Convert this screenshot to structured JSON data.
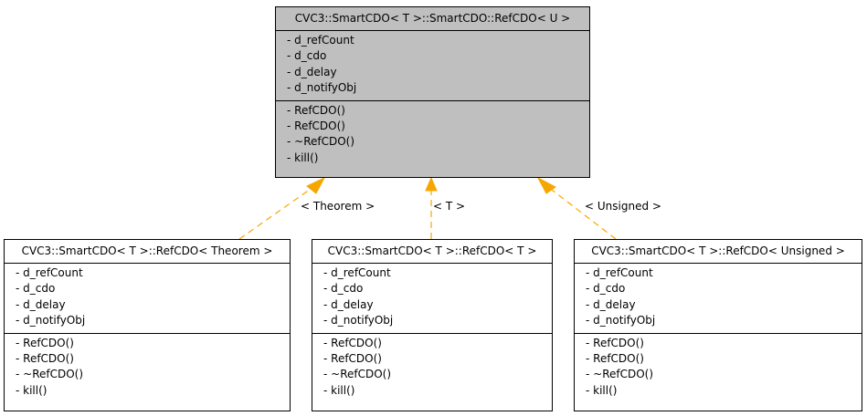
{
  "diagram": {
    "base": {
      "title": "CVC3::SmartCDO< T >::SmartCDO::RefCDO< U >",
      "attributes": [
        "- d_refCount",
        "- d_cdo",
        "- d_delay",
        "- d_notifyObj"
      ],
      "methods": [
        "- RefCDO()",
        "- RefCDO()",
        "- ~RefCDO()",
        "- kill()"
      ]
    },
    "children": [
      {
        "title": "CVC3::SmartCDO< T >::RefCDO< Theorem >",
        "attributes": [
          "- d_refCount",
          "- d_cdo",
          "- d_delay",
          "- d_notifyObj"
        ],
        "methods": [
          "- RefCDO()",
          "- RefCDO()",
          "- ~RefCDO()",
          "- kill()"
        ],
        "edge_label": "< Theorem >"
      },
      {
        "title": "CVC3::SmartCDO< T >::RefCDO< T >",
        "attributes": [
          "- d_refCount",
          "- d_cdo",
          "- d_delay",
          "- d_notifyObj"
        ],
        "methods": [
          "- RefCDO()",
          "- RefCDO()",
          "- ~RefCDO()",
          "- kill()"
        ],
        "edge_label": "< T >"
      },
      {
        "title": "CVC3::SmartCDO< T >::RefCDO< Unsigned >",
        "attributes": [
          "- d_refCount",
          "- d_cdo",
          "- d_delay",
          "- d_notifyObj"
        ],
        "methods": [
          "- RefCDO()",
          "- RefCDO()",
          "- ~RefCDO()",
          "- kill()"
        ],
        "edge_label": "< Unsigned >"
      }
    ],
    "colors": {
      "base_fill": "#bfbfbf",
      "edge": "#f5a700",
      "border": "#000000"
    }
  }
}
